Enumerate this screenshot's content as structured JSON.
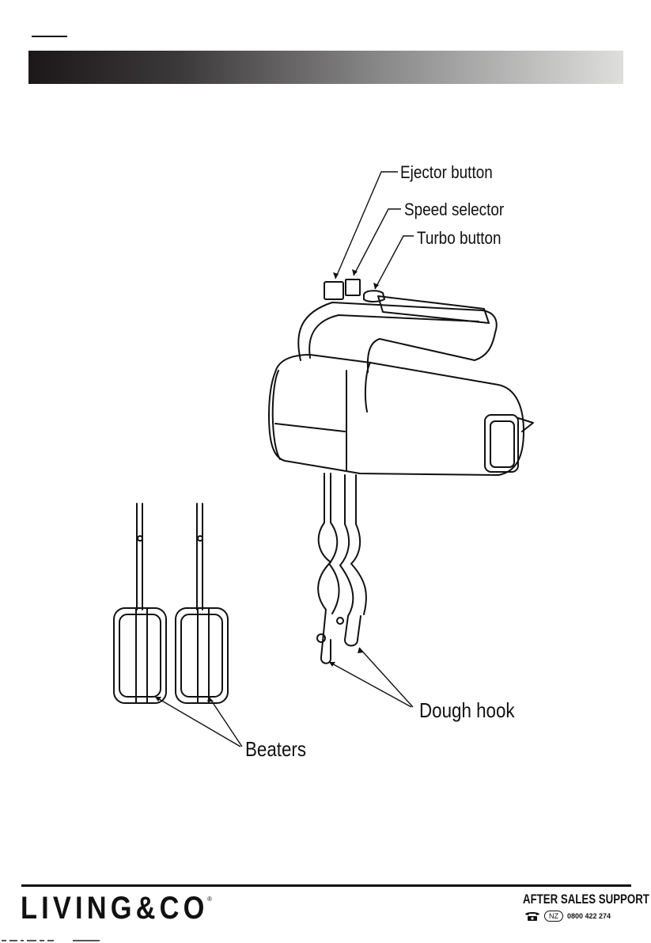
{
  "labels": {
    "ejector": "Ejector button",
    "speed": "Speed selector",
    "turbo": "Turbo button",
    "dough_hook": "Dough hook",
    "beaters": "Beaters"
  },
  "footer": {
    "brand": "LIVING&CO",
    "registered_mark": "®",
    "support_title": "AFTER SALES SUPPORT",
    "region": "NZ",
    "phone": "0800 422 274"
  },
  "icons": {
    "phone": "telephone-icon"
  },
  "colors": {
    "ink": "#111111",
    "band_dark": "#1c1819",
    "band_light": "#dededd"
  }
}
